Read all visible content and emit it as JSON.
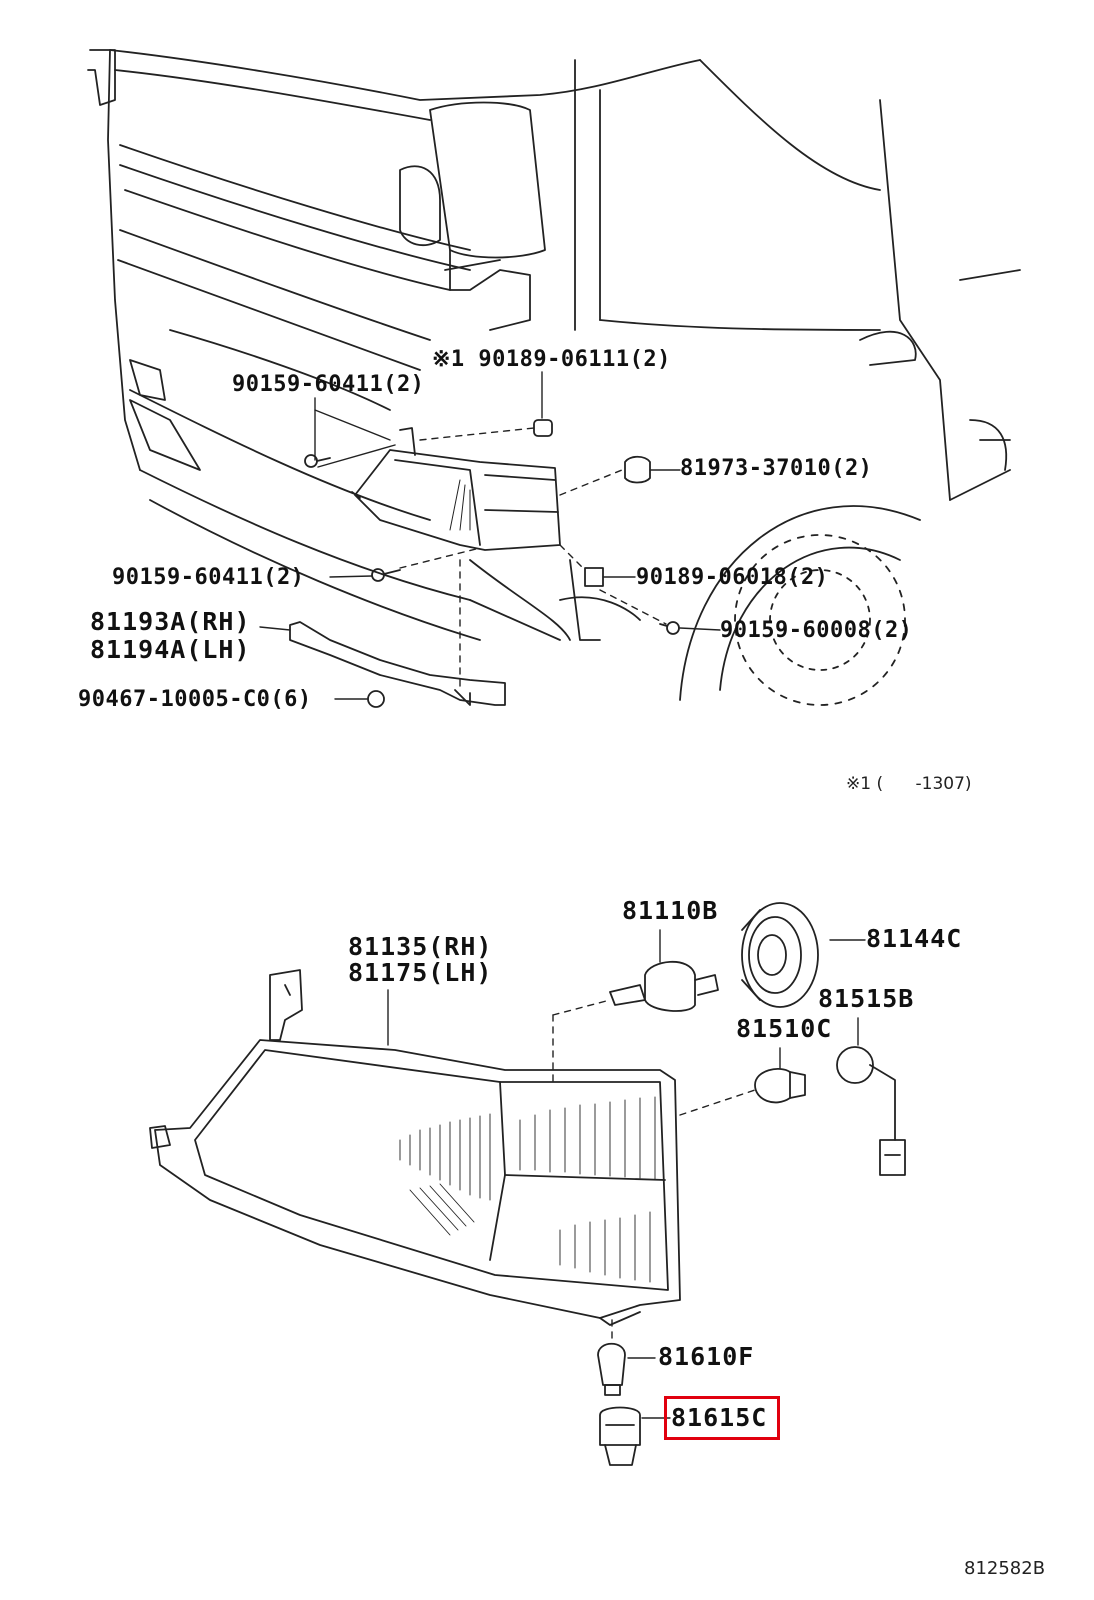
{
  "upper_view": {
    "labels": {
      "clip_90189_06111": "※1 90189-06111(2)",
      "screw_90159_60411_a": "90159-60411(2)",
      "clip_81973_37010": "81973-37010(2)",
      "screw_90159_60411_b": "90159-60411(2)",
      "nut_90189_06018": "90189-06018(2)",
      "bracket_rh": "81193A(RH)",
      "bracket_lh": "81194A(LH)",
      "screw_90159_60008": "90159-60008(2)",
      "clip_90467_10005": "90467-10005-C0(6)"
    },
    "footnote": "※1 (      -1307)"
  },
  "lower_view": {
    "labels": {
      "headlamp_rh": "81135(RH)",
      "headlamp_lh": "81175(LH)",
      "bulb_81110B": "81110B",
      "cover_81144C": "81144C",
      "socket_81515B": "81515B",
      "bulb_81510C": "81510C",
      "bulb_81610F": "81610F",
      "socket_81615C": "81615C"
    },
    "highlighted_part": "81615C",
    "highlight_color": "#e1000e"
  },
  "diagram_id": "812582B"
}
